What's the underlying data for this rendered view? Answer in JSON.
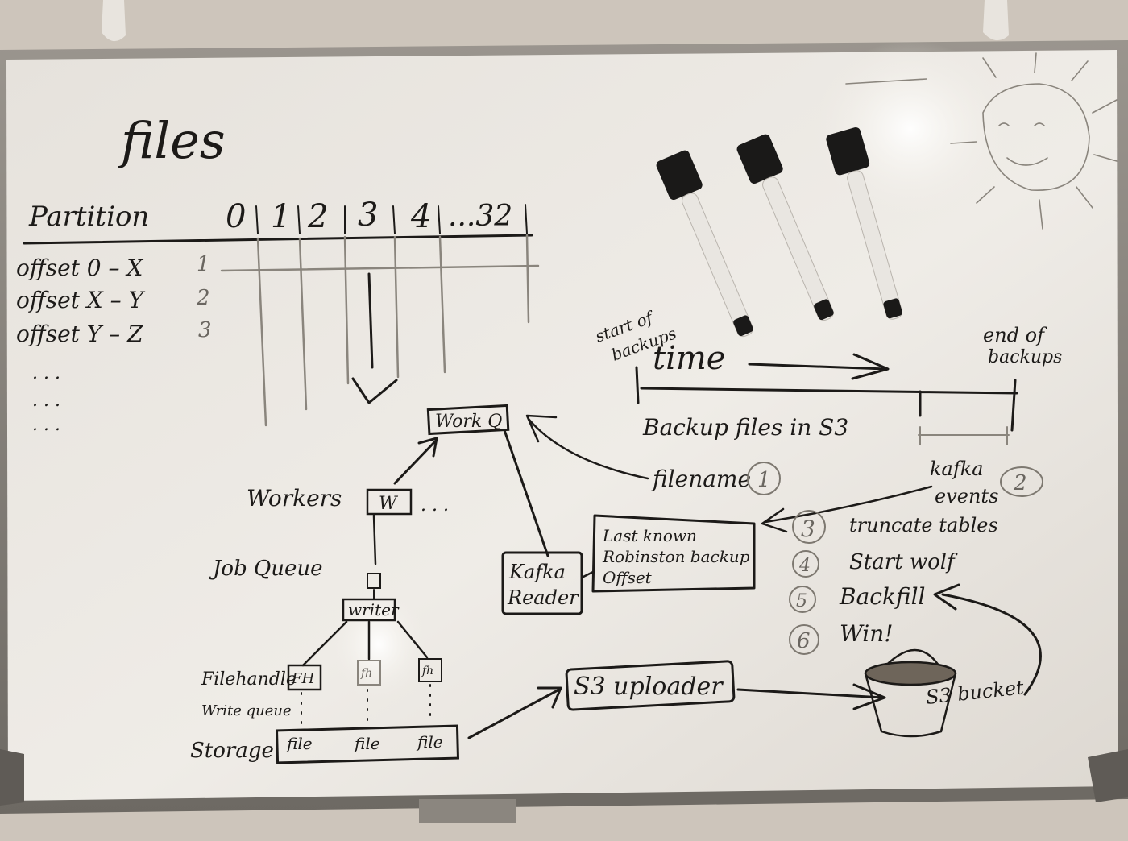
{
  "table": {
    "title": "files",
    "row_header": "Partition",
    "columns": [
      "0",
      "1",
      "2",
      "3",
      "4",
      "...32"
    ],
    "rows": [
      {
        "label": "offset 0 – X",
        "index": "1"
      },
      {
        "label": "offset X – Y",
        "index": "2"
      },
      {
        "label": "offset Y – Z",
        "index": "3"
      }
    ],
    "ellipsis": ". . ."
  },
  "pipeline": {
    "work_q": "Work Q",
    "workers": "Workers",
    "worker_box": "W",
    "workers_more": ". . .",
    "job_queue": "Job Queue",
    "writer": "writer",
    "filehandle": "Filehandle",
    "fh_box": "FH",
    "fh_small_1": "fh",
    "fh_small_2": "fh",
    "write_queue": "Write queue",
    "storage": "Storage",
    "files": [
      "file",
      "file",
      "file"
    ],
    "kafka_reader": [
      "Kafka",
      "Reader"
    ],
    "s3_uploader": "S3 uploader",
    "s3_bucket": "S3 bucket"
  },
  "timeline": {
    "start": [
      "start of",
      "backups"
    ],
    "time": "time",
    "end": [
      "end of",
      "backups"
    ],
    "backup_files": "Backup files in S3"
  },
  "notes": {
    "filename": "filename",
    "filename_num": "1",
    "kafka_events": [
      "kafka",
      "events"
    ],
    "kafka_num": "2",
    "last_known": [
      "Last known",
      "Robinston backup",
      "Offset"
    ],
    "steps": [
      {
        "num": "3",
        "text": "truncate tables"
      },
      {
        "num": "4",
        "text": "Start wolf"
      },
      {
        "num": "5",
        "text": "Backfill"
      },
      {
        "num": "6",
        "text": "Win!"
      }
    ]
  }
}
